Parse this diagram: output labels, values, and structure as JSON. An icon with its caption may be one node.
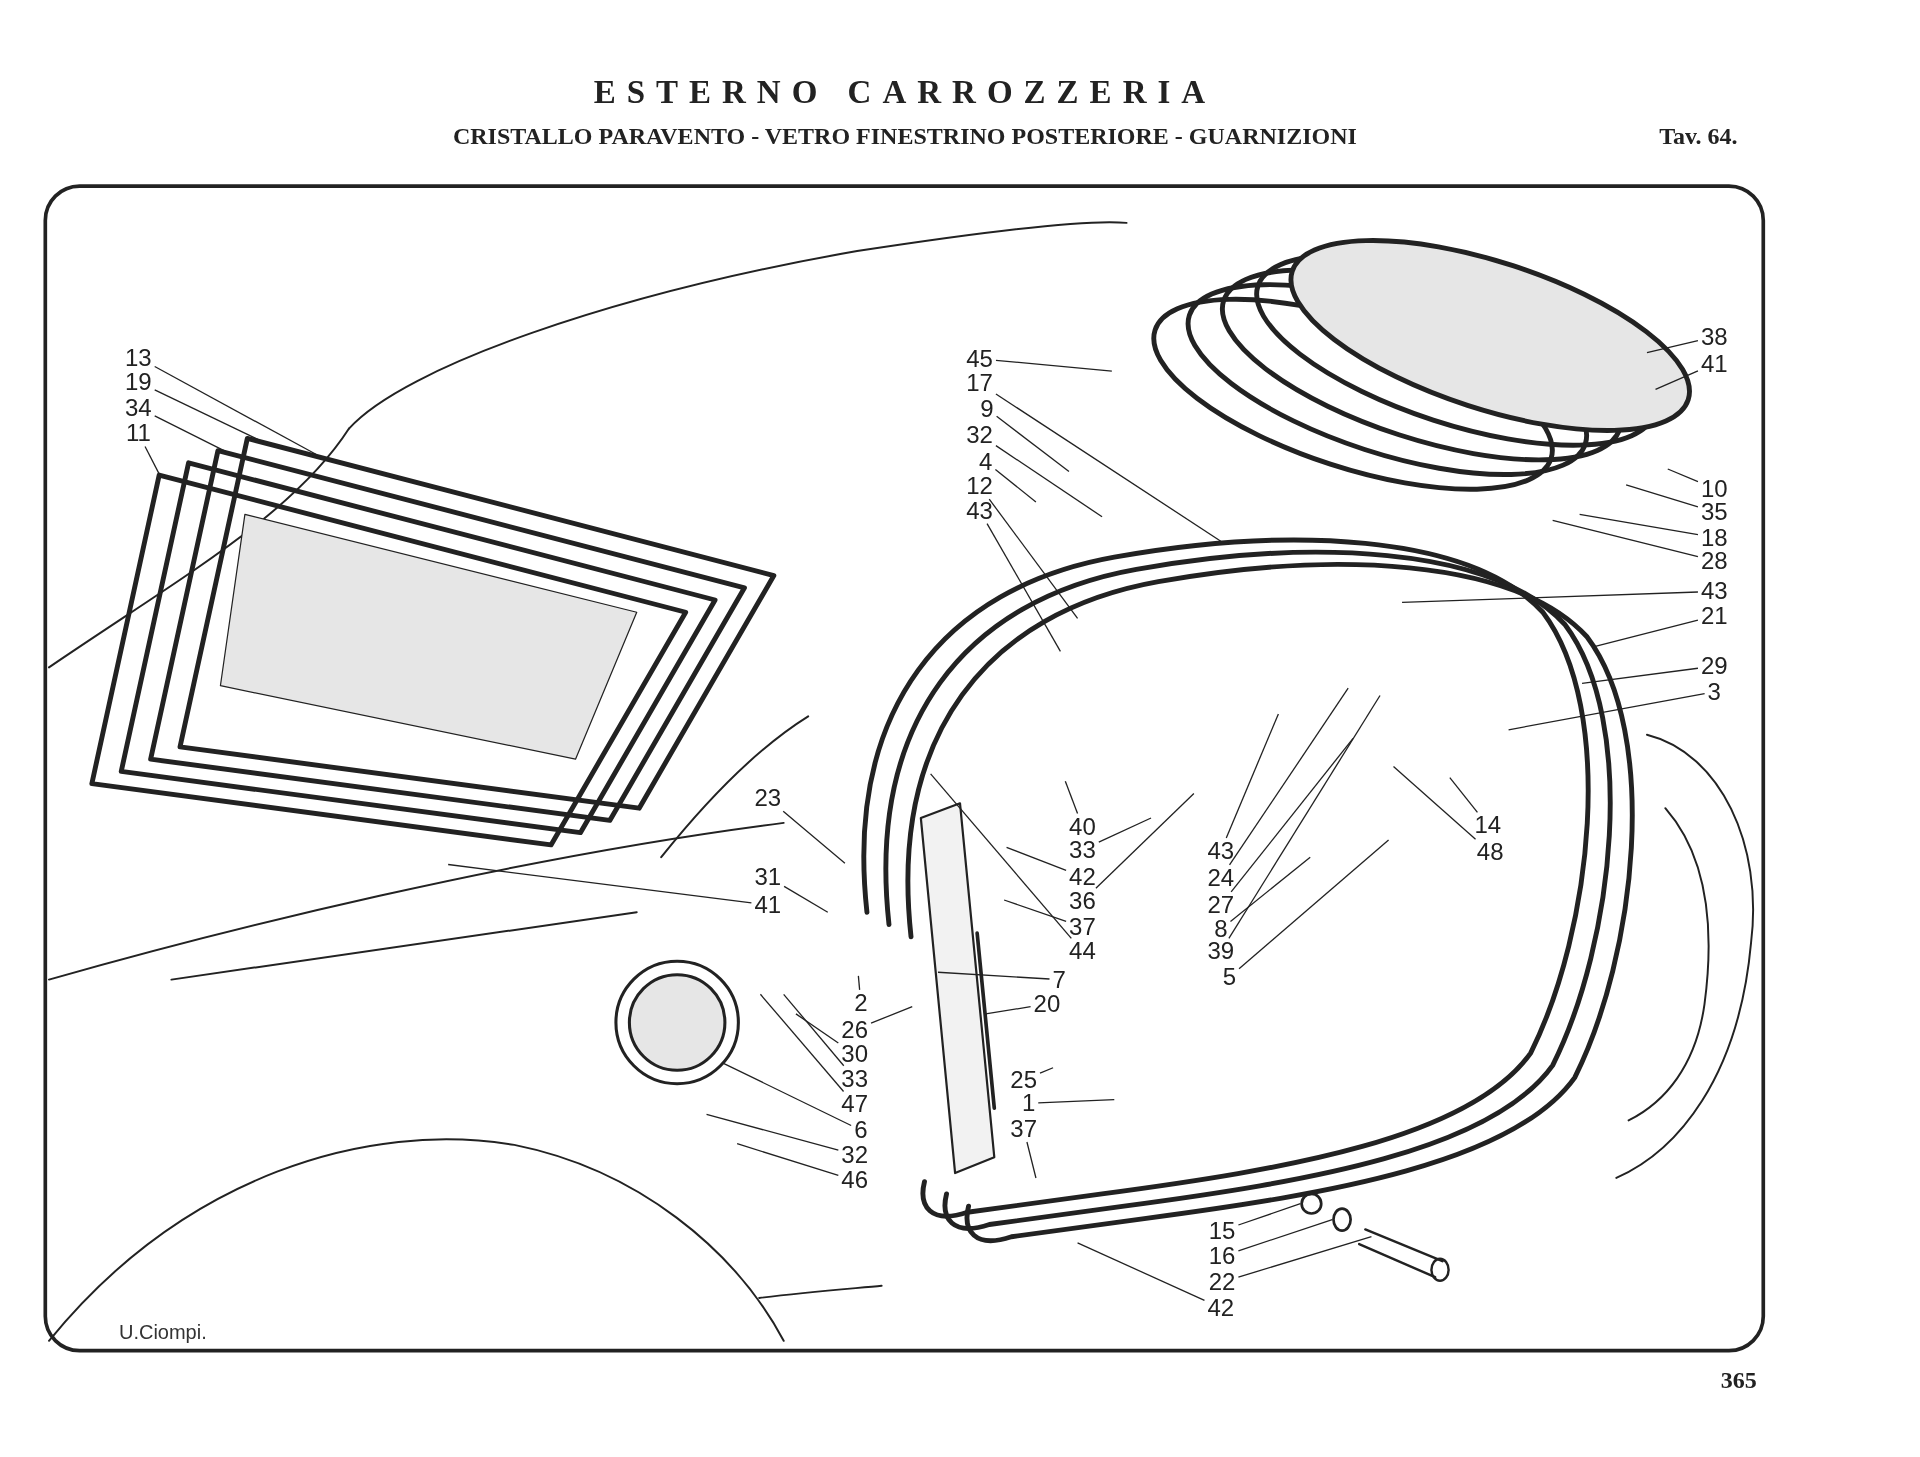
{
  "diagram": {
    "title": "ESTERNO CARROZZERIA",
    "nodes": [
      {
        "text": [
          "13"
        ]
      },
      {
        "text": [
          "19"
        ]
      },
      {
        "text": [
          "34"
        ]
      },
      {
        "text": [
          "11"
        ]
      },
      {
        "text": [
          "45"
        ]
      },
      {
        "text": [
          "17"
        ]
      },
      {
        "text": [
          "9"
        ]
      },
      {
        "text": [
          "32"
        ]
      },
      {
        "text": [
          "4"
        ]
      },
      {
        "text": [
          "12"
        ]
      },
      {
        "text": [
          "43"
        ]
      },
      {
        "text": [
          "38"
        ]
      },
      {
        "text": [
          "41"
        ]
      },
      {
        "text": [
          "10"
        ]
      },
      {
        "text": [
          "35"
        ]
      },
      {
        "text": [
          "18"
        ]
      },
      {
        "text": [
          "28"
        ]
      },
      {
        "text": [
          "43"
        ]
      },
      {
        "text": [
          "21"
        ]
      },
      {
        "text": [
          "29"
        ]
      },
      {
        "text": [
          "3"
        ]
      },
      {
        "text": [
          "23"
        ]
      },
      {
        "text": [
          "31"
        ]
      },
      {
        "text": [
          "41"
        ]
      },
      {
        "text": [
          "40"
        ]
      },
      {
        "text": [
          "33"
        ]
      },
      {
        "text": [
          "42"
        ]
      },
      {
        "text": [
          "36"
        ]
      },
      {
        "text": [
          "37"
        ]
      },
      {
        "text": [
          "44"
        ]
      },
      {
        "text": [
          "43"
        ]
      },
      {
        "text": [
          "24"
        ]
      },
      {
        "text": [
          "27"
        ]
      },
      {
        "text": [
          "8"
        ]
      },
      {
        "text": [
          "39"
        ]
      },
      {
        "text": [
          "5"
        ]
      },
      {
        "text": [
          "14"
        ]
      },
      {
        "text": [
          "48"
        ]
      },
      {
        "text": [
          "2"
        ]
      },
      {
        "text": [
          "26"
        ]
      },
      {
        "text": [
          "30"
        ]
      },
      {
        "text": [
          "33"
        ]
      },
      {
        "text": [
          "47"
        ]
      },
      {
        "text": [
          "6"
        ]
      },
      {
        "text": [
          "32"
        ]
      },
      {
        "text": [
          "46"
        ]
      },
      {
        "text": [
          "7"
        ]
      },
      {
        "text": [
          "20"
        ]
      },
      {
        "text": [
          "25"
        ]
      },
      {
        "text": [
          "1"
        ]
      },
      {
        "text": [
          "37"
        ]
      },
      {
        "text": [
          "15"
        ]
      },
      {
        "text": [
          "16"
        ]
      },
      {
        "text": [
          "22"
        ]
      },
      {
        "text": [
          "42"
        ]
      },
      {
        "text": [],
        "shape": "picture"
      },
      {
        "text": [],
        "shape": "picture"
      },
      {
        "text": [],
        "shape": "circle"
      },
      {
        "text": [],
        "shape": "circle"
      },
      {
        "text": [],
        "shape": "circle"
      },
      {
        "text": [],
        "shape": "picture"
      },
      {
        "text": [],
        "shape": "bar"
      }
    ],
    "edges": [
      {
        "from": 0,
        "to": 55,
        "arrow": "none"
      },
      {
        "from": 1,
        "to": 55,
        "arrow": "none"
      },
      {
        "from": 2,
        "to": 55,
        "arrow": "none"
      },
      {
        "from": 3,
        "to": 55,
        "arrow": "none"
      },
      {
        "from": 4,
        "to": null,
        "arrow": "none"
      },
      {
        "from": 5,
        "to": null,
        "arrow": "none"
      },
      {
        "from": 6,
        "to": null,
        "arrow": "none"
      },
      {
        "from": 7,
        "to": null,
        "arrow": "none"
      },
      {
        "from": 8,
        "to": null,
        "arrow": "none"
      },
      {
        "from": 9,
        "to": null,
        "arrow": "none"
      },
      {
        "from": 10,
        "to": null,
        "arrow": "none"
      },
      {
        "from": 11,
        "to": null,
        "arrow": "none"
      },
      {
        "from": 12,
        "to": null,
        "arrow": "none"
      },
      {
        "from": 13,
        "to": null,
        "arrow": "none"
      },
      {
        "from": 14,
        "to": null,
        "arrow": "none"
      },
      {
        "from": 15,
        "to": null,
        "arrow": "none"
      },
      {
        "from": 16,
        "to": null,
        "arrow": "none"
      },
      {
        "from": 17,
        "to": null,
        "arrow": "none"
      },
      {
        "from": 18,
        "to": null,
        "arrow": "none"
      },
      {
        "from": 19,
        "to": null,
        "arrow": "none"
      },
      {
        "from": 20,
        "to": null,
        "arrow": "none"
      },
      {
        "from": 21,
        "to": null,
        "arrow": "none"
      },
      {
        "from": 22,
        "to": null,
        "arrow": "none"
      },
      {
        "from": 23,
        "to": null,
        "arrow": "none"
      },
      {
        "from": 24,
        "to": null,
        "arrow": "none"
      },
      {
        "from": 25,
        "to": null,
        "arrow": "none"
      },
      {
        "from": 26,
        "to": null,
        "arrow": "none"
      },
      {
        "from": 27,
        "to": null,
        "arrow": "none"
      },
      {
        "from": 28,
        "to": null,
        "arrow": "none"
      },
      {
        "from": 29,
        "to": null,
        "arrow": "none"
      },
      {
        "from": 30,
        "to": null,
        "arrow": "none"
      },
      {
        "from": 31,
        "to": null,
        "arrow": "none"
      },
      {
        "from": 32,
        "to": null,
        "arrow": "none"
      },
      {
        "from": 33,
        "to": null,
        "arrow": "none"
      },
      {
        "from": 34,
        "to": null,
        "arrow": "none"
      },
      {
        "from": 35,
        "to": null,
        "arrow": "none"
      },
      {
        "from": 36,
        "to": null,
        "arrow": "none"
      },
      {
        "from": 37,
        "to": null,
        "arrow": "none"
      },
      {
        "from": 38,
        "to": null,
        "arrow": "none"
      },
      {
        "from": 39,
        "to": null,
        "arrow": "none"
      },
      {
        "from": 40,
        "to": null,
        "arrow": "none"
      },
      {
        "from": 41,
        "to": null,
        "arrow": "none"
      },
      {
        "from": 42,
        "to": null,
        "arrow": "none"
      },
      {
        "from": 43,
        "to": 57,
        "arrow": "none"
      },
      {
        "from": 44,
        "to": null,
        "arrow": "none"
      },
      {
        "from": 45,
        "to": null,
        "arrow": "none"
      },
      {
        "from": 46,
        "to": 56,
        "arrow": "none"
      },
      {
        "from": 47,
        "to": 61,
        "arrow": "none"
      },
      {
        "from": 48,
        "to": null,
        "arrow": "none"
      },
      {
        "from": 49,
        "to": null,
        "arrow": "none"
      },
      {
        "from": 50,
        "to": null,
        "arrow": "none"
      },
      {
        "from": 51,
        "to": 58,
        "arrow": "none"
      },
      {
        "from": 52,
        "to": 59,
        "arrow": "none"
      },
      {
        "from": 53,
        "to": 60,
        "arrow": "none"
      },
      {
        "from": 54,
        "to": null,
        "arrow": "none"
      }
    ],
    "labels": [
      "CRISTALLO PARAVENTO - VETRO FINESTRINO POSTERIORE - GUARNIZIONI",
      "Tav. 64.",
      "U.Ciompi.",
      "365"
    ]
  }
}
